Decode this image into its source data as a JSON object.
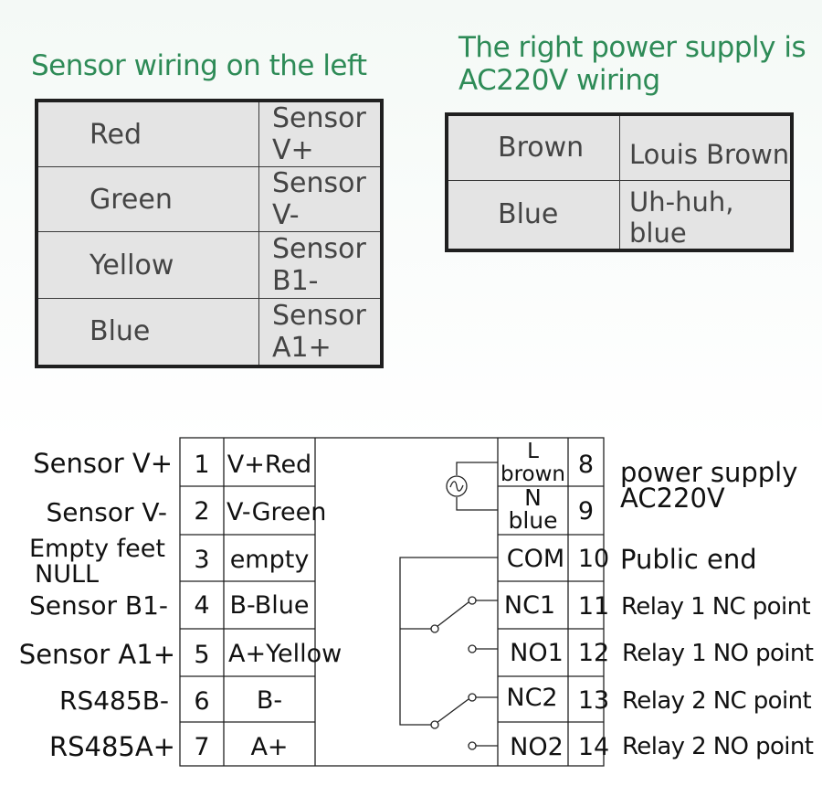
{
  "left_section": {
    "title": "Sensor wiring on the left",
    "rows": [
      {
        "color": "Red",
        "signal": "Sensor V+"
      },
      {
        "color": "Green",
        "signal": "Sensor V-"
      },
      {
        "color": "Yellow",
        "signal": "Sensor B1-"
      },
      {
        "color": "Blue",
        "signal": "Sensor A1+"
      }
    ]
  },
  "right_section": {
    "title_line1": "The right power supply is",
    "title_line2": "AC220V wiring",
    "rows": [
      {
        "color": "Brown",
        "label": "Louis Brown"
      },
      {
        "color": "Blue",
        "label": "Uh-huh, blue"
      }
    ]
  },
  "terminals_left": [
    {
      "label": "Sensor V+",
      "num": "1",
      "desc": "V+Red"
    },
    {
      "label": "Sensor V-",
      "num": "2",
      "desc": "V-Green"
    },
    {
      "label": "Empty feet",
      "label2": "NULL",
      "num": "3",
      "desc": "empty"
    },
    {
      "label": "Sensor B1-",
      "num": "4",
      "desc": "B-Blue"
    },
    {
      "label": "Sensor A1+",
      "num": "5",
      "desc": "A+Yellow"
    },
    {
      "label": "RS485B-",
      "num": "6",
      "desc": "B-"
    },
    {
      "label": "RS485A+",
      "num": "7",
      "desc": "A+"
    }
  ],
  "terminals_right": [
    {
      "term": "L",
      "term2": "brown",
      "num": "8"
    },
    {
      "term": "N",
      "term2": "blue",
      "num": "9"
    },
    {
      "term": "COM",
      "num": "10",
      "label": "Public end"
    },
    {
      "term": "NC1",
      "num": "11",
      "label": "Relay 1 NC point"
    },
    {
      "term": "NO1",
      "num": "12",
      "label": "Relay 1 NO point"
    },
    {
      "term": "NC2",
      "num": "13",
      "label": "Relay 2 NC point"
    },
    {
      "term": "NO2",
      "num": "14",
      "label": "Relay 2 NO point"
    }
  ],
  "power_label_line1": "power supply",
  "power_label_line2": "AC220V",
  "ac_source_icon": "ac-source-icon"
}
